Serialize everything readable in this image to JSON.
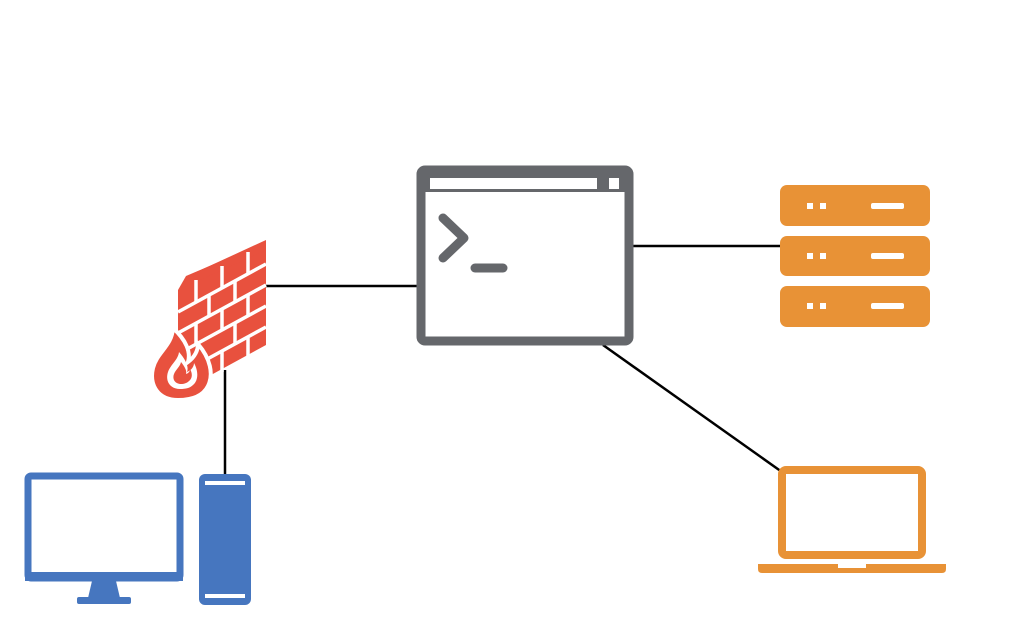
{
  "diagram": {
    "nodes": [
      {
        "id": "terminal",
        "icon": "terminal-window-icon",
        "color": "#65676b"
      },
      {
        "id": "firewall",
        "icon": "firewall-icon",
        "color": "#e8513e"
      },
      {
        "id": "server",
        "icon": "server-stack-icon",
        "color": "#e89236"
      },
      {
        "id": "laptop",
        "icon": "laptop-icon",
        "color": "#e89236"
      },
      {
        "id": "desktop",
        "icon": "desktop-computer-icon",
        "color": "#4676bf"
      }
    ],
    "edges": [
      {
        "from": "firewall",
        "to": "terminal"
      },
      {
        "from": "terminal",
        "to": "server"
      },
      {
        "from": "terminal",
        "to": "laptop"
      },
      {
        "from": "firewall",
        "to": "desktop"
      }
    ],
    "line_color": "#000000",
    "background": "#ffffff"
  }
}
